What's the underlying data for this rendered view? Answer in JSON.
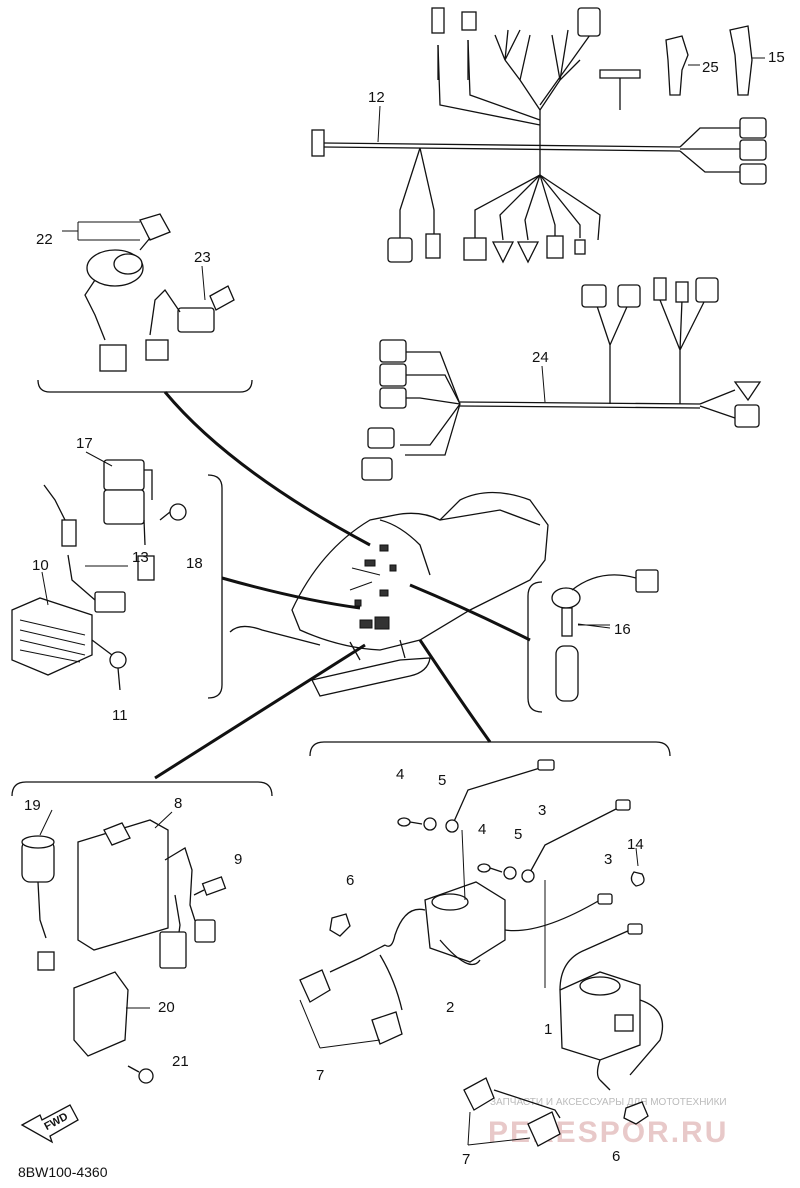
{
  "diagram": {
    "callouts": [
      {
        "id": "c1",
        "text": "1"
      },
      {
        "id": "c2",
        "text": "2"
      },
      {
        "id": "c3a",
        "text": "3"
      },
      {
        "id": "c3b",
        "text": "3"
      },
      {
        "id": "c4a",
        "text": "4"
      },
      {
        "id": "c4b",
        "text": "4"
      },
      {
        "id": "c5a",
        "text": "5"
      },
      {
        "id": "c5b",
        "text": "5"
      },
      {
        "id": "c6a",
        "text": "6"
      },
      {
        "id": "c6b",
        "text": "6"
      },
      {
        "id": "c7a",
        "text": "7"
      },
      {
        "id": "c7b",
        "text": "7"
      },
      {
        "id": "c8",
        "text": "8"
      },
      {
        "id": "c9",
        "text": "9"
      },
      {
        "id": "c10",
        "text": "10"
      },
      {
        "id": "c11",
        "text": "11"
      },
      {
        "id": "c12",
        "text": "12"
      },
      {
        "id": "c13",
        "text": "13"
      },
      {
        "id": "c14",
        "text": "14"
      },
      {
        "id": "c15",
        "text": "15"
      },
      {
        "id": "c16",
        "text": "16"
      },
      {
        "id": "c17",
        "text": "17"
      },
      {
        "id": "c18",
        "text": "18"
      },
      {
        "id": "c19",
        "text": "19"
      },
      {
        "id": "c20",
        "text": "20"
      },
      {
        "id": "c21",
        "text": "21"
      },
      {
        "id": "c22",
        "text": "22"
      },
      {
        "id": "c23",
        "text": "23"
      },
      {
        "id": "c24",
        "text": "24"
      },
      {
        "id": "c25",
        "text": "25"
      }
    ],
    "fwd_label": "FWD",
    "diagram_code": "8BW100-4360",
    "watermark_caption": "ЗАПЧАСТИ И АКСЕССУАРЫ ДЛЯ МОТОТЕХНИКИ",
    "watermark_logo": "PERESPOR.RU"
  }
}
